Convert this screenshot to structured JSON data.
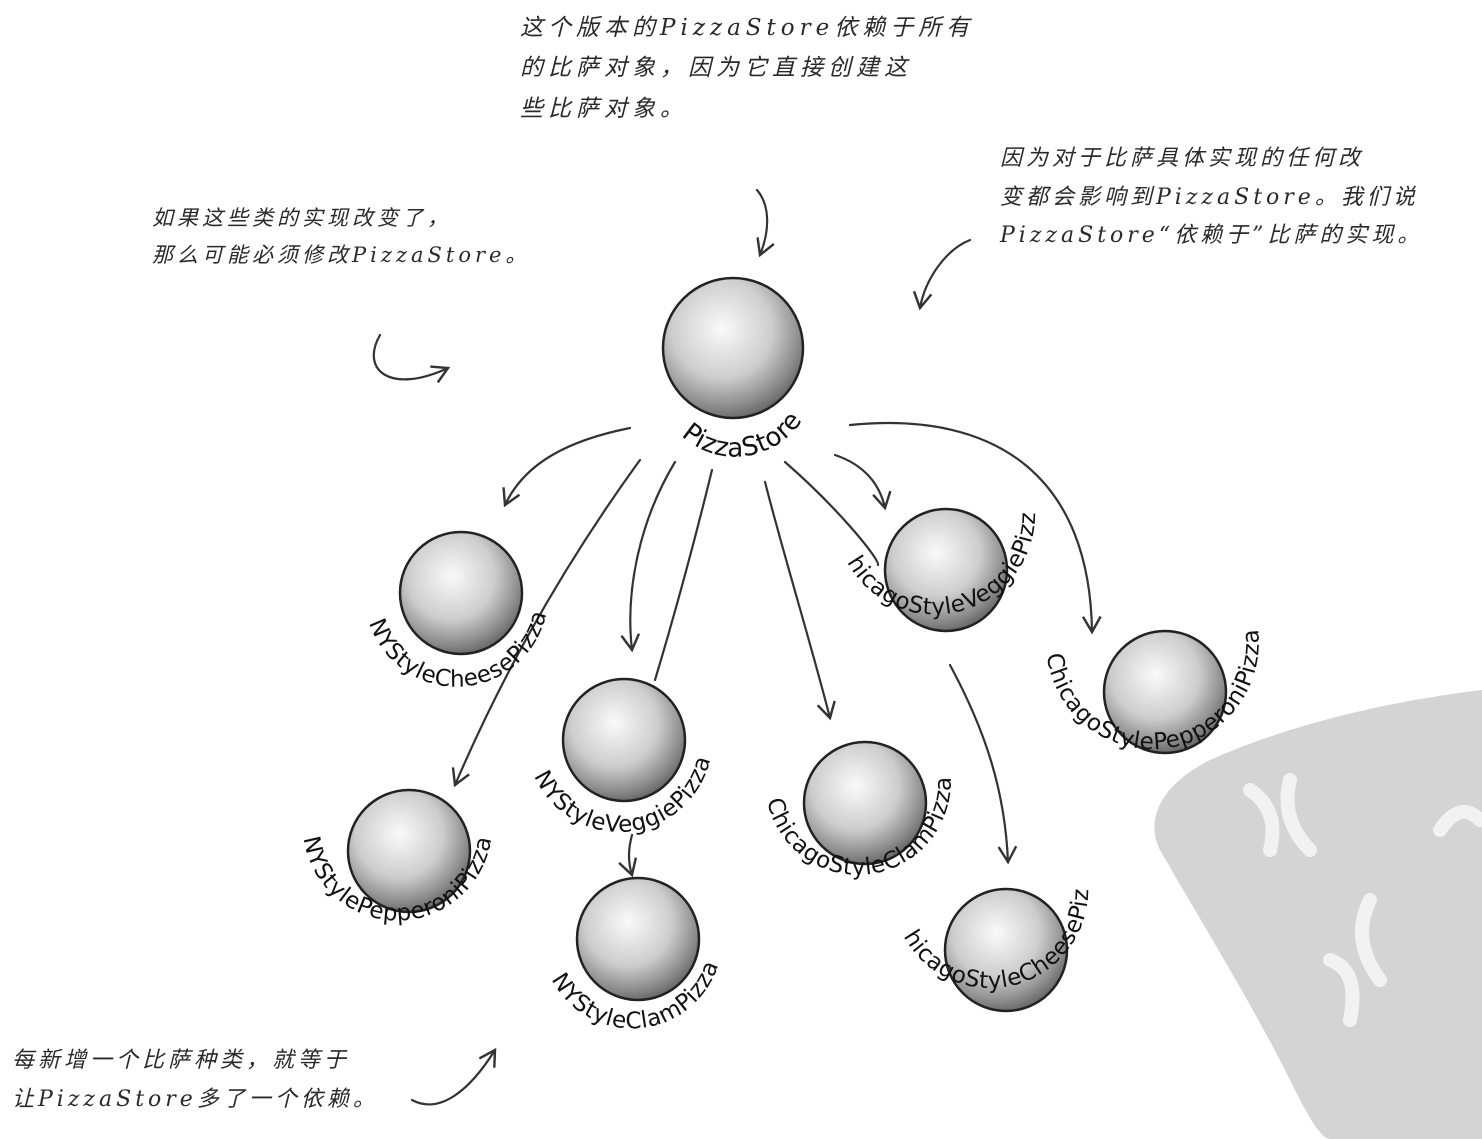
{
  "annotations": {
    "top_center": "这个版本的PizzaStore依赖于所有\n的比萨对象，因为它直接创建这\n些比萨对象。",
    "top_right": "因为对于比萨具体实现的任何改\n变都会影响到PizzaStore。我们说\nPizzaStore“依赖于”比萨的实现。",
    "top_left": "如果这些类的实现改变了，\n那么可能必须修改PizzaStore。",
    "bottom_left": "每新增一个比萨种类，就等于\n让PizzaStore多了一个依赖。"
  },
  "nodes": {
    "pizza_store": "PizzaStore",
    "ny_cheese": "NYStyleCheesePizza",
    "ny_veggie": "NYStyleVeggiePizza",
    "ny_pepperoni": "NYStylePepperoniPizza",
    "ny_clam": "NYStyleClamPizza",
    "chicago_clam": "ChicagoStyleClamPizza",
    "chicago_veggie": "ChicagoStyleVeggiePizza",
    "chicago_pepperoni": "ChicagoStylePepperoniPizza",
    "chicago_cheese": "ChicagoStyleCheesePizza"
  },
  "colors": {
    "ink": "#333333",
    "watermark": "#d4d4d4"
  }
}
